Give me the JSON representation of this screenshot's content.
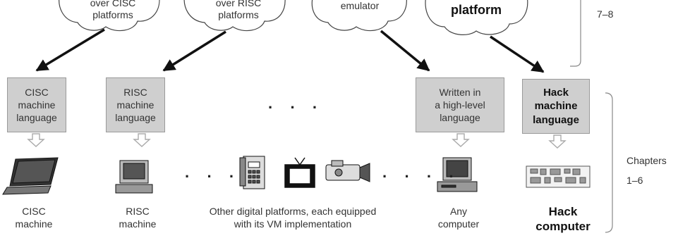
{
  "clouds": [
    {
      "lines": [
        "over CISC",
        "platforms"
      ]
    },
    {
      "lines": [
        "over RISC",
        "platforms"
      ]
    },
    {
      "lines": [
        "emulator"
      ]
    },
    {
      "lines": [
        "platform"
      ]
    }
  ],
  "side_labels": {
    "top_chapters": "7–8",
    "bottom_title": "Chapters",
    "bottom_range": "1–6"
  },
  "boxes": [
    {
      "lines": [
        "CISC",
        "machine",
        "language"
      ]
    },
    {
      "lines": [
        "RISC",
        "machine",
        "language"
      ]
    },
    {
      "lines": [
        "Written in",
        "a high-level",
        "language"
      ]
    },
    {
      "lines": [
        "Hack",
        "machine",
        "language"
      ]
    }
  ],
  "machines": [
    {
      "lines": [
        "CISC",
        "machine"
      ]
    },
    {
      "lines": [
        "RISC",
        "machine"
      ]
    },
    {
      "lines": [
        "Other digital platforms, each equipped",
        "with its VM implementation"
      ]
    },
    {
      "lines": [
        "Any",
        "computer"
      ]
    },
    {
      "lines": [
        "Hack",
        "computer"
      ]
    }
  ],
  "ellipses": {
    "middle": "· · ·",
    "left": "· · ·",
    "right": "· · · ·"
  },
  "icons": [
    "laptop-icon",
    "desktop-computer-icon",
    "telephone-icon",
    "television-icon",
    "camcorder-icon",
    "computer-icon",
    "circuit-board-icon"
  ],
  "colors": {
    "box_fill": "#cfcfcf",
    "arrow": "#111111",
    "hollow_arrow": "#bdbdbd",
    "text": "#333333"
  }
}
